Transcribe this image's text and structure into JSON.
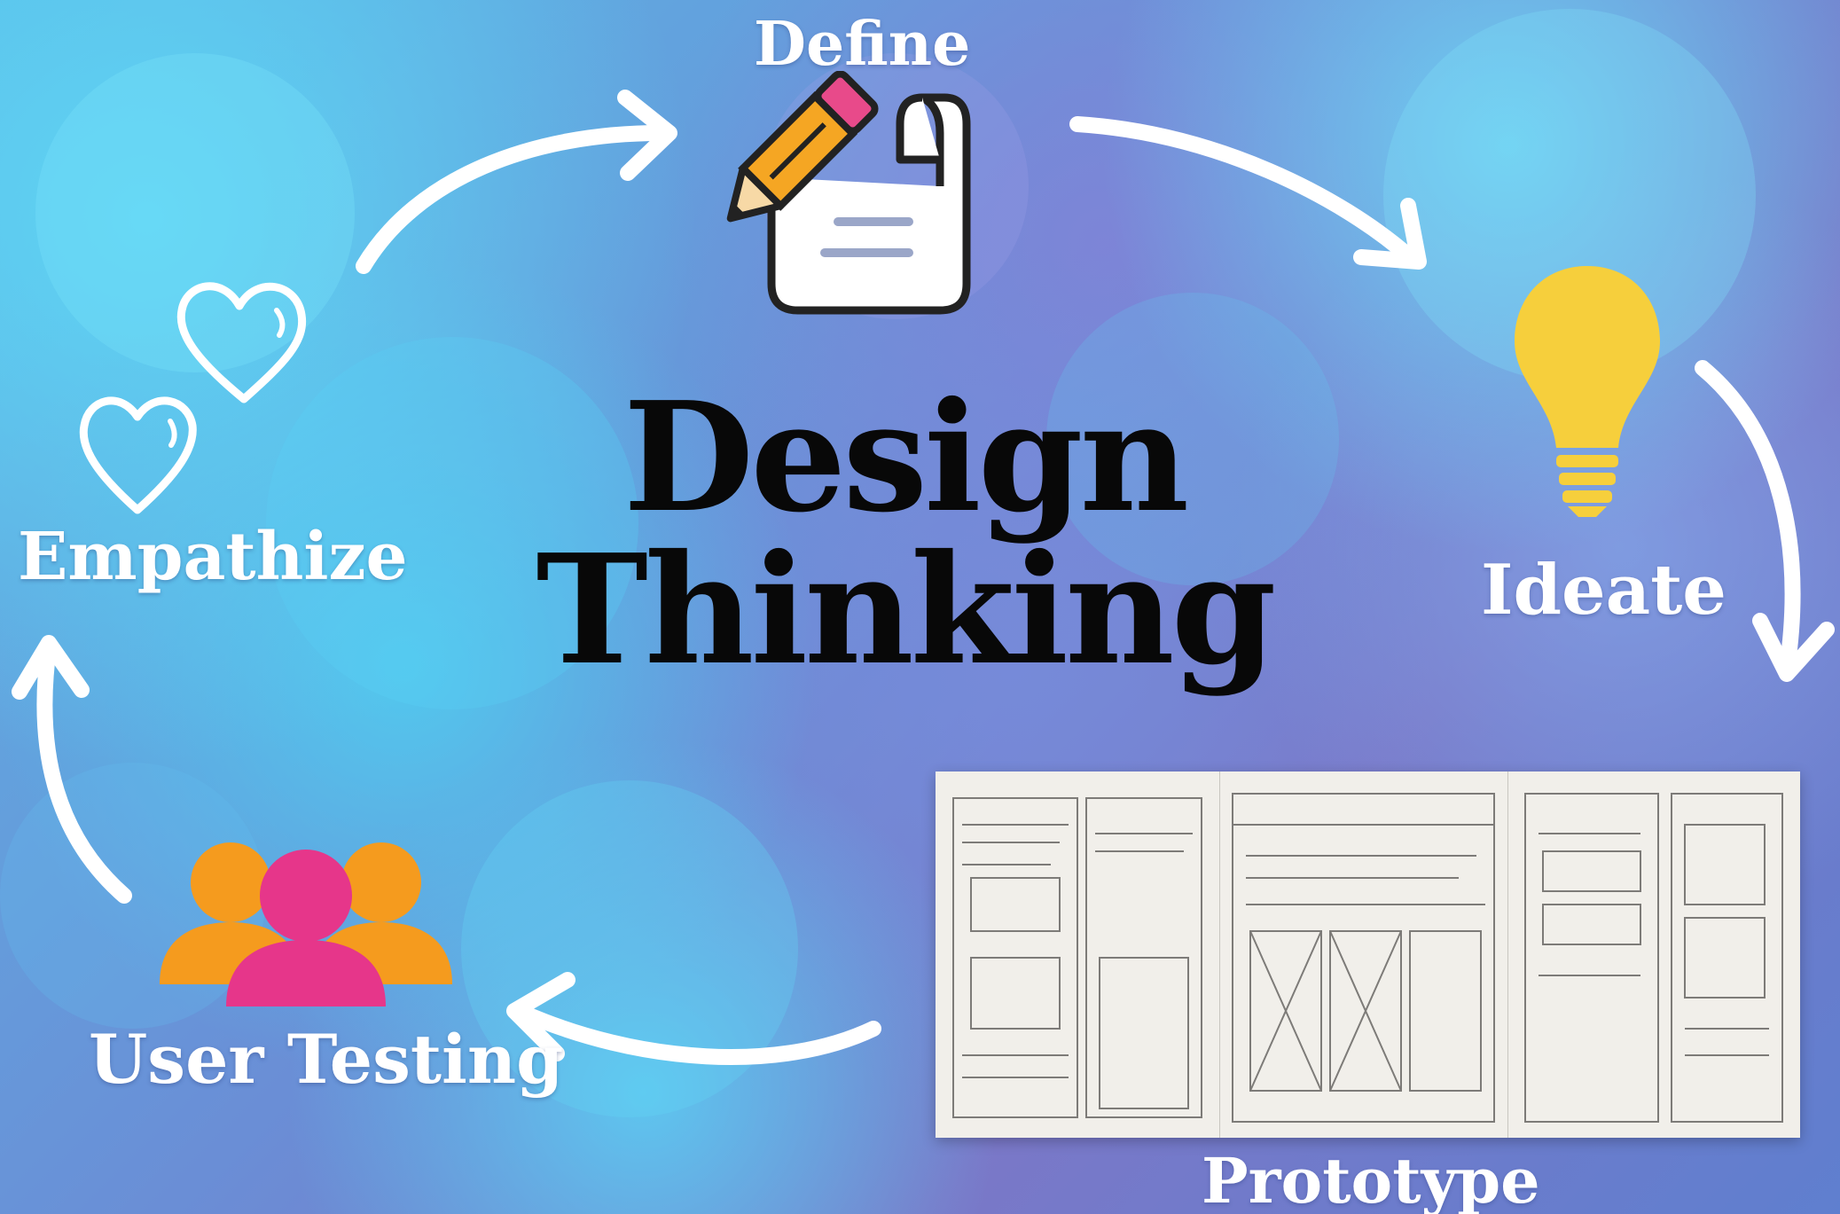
{
  "title_line1": "Design",
  "title_line2": "Thinking",
  "stages": {
    "define": "Define",
    "ideate": "Ideate",
    "prototype": "Prototype",
    "user_testing": "User Testing",
    "empathize": "Empathize"
  },
  "colors": {
    "pencil_body": "#f5a623",
    "pencil_eraser": "#e84a8a",
    "bulb": "#f6cf3c",
    "user_front": "#e6368a",
    "user_back": "#f59b1e",
    "ink": "#222222"
  },
  "icons": [
    "pencil-paper-icon",
    "lightbulb-icon",
    "users-icon",
    "hearts-icon"
  ]
}
